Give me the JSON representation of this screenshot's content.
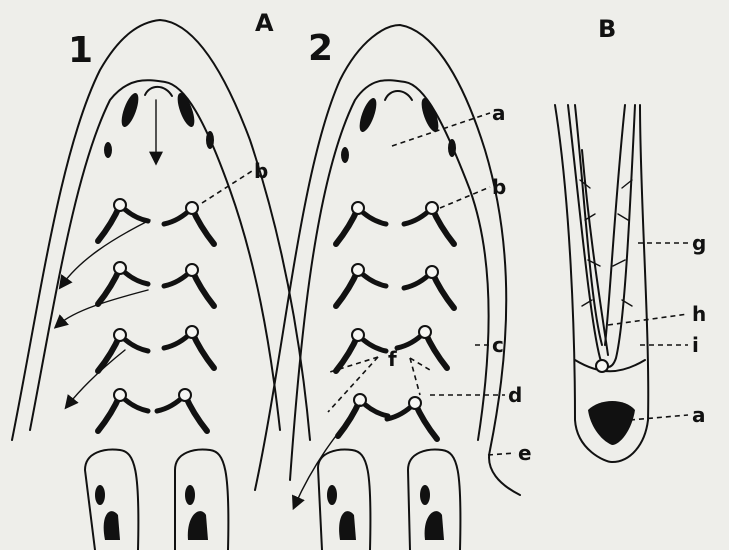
{
  "panel_a": {
    "header": "A",
    "figure_1": "1",
    "figure_2": "2"
  },
  "panel_b": {
    "header": "B"
  },
  "labels": {
    "a_top": "a",
    "b_left": "b",
    "b_right": "b",
    "c": "c",
    "d": "d",
    "e": "e",
    "f": "f",
    "g": "g",
    "h": "h",
    "i": "i",
    "a_b": "a"
  }
}
